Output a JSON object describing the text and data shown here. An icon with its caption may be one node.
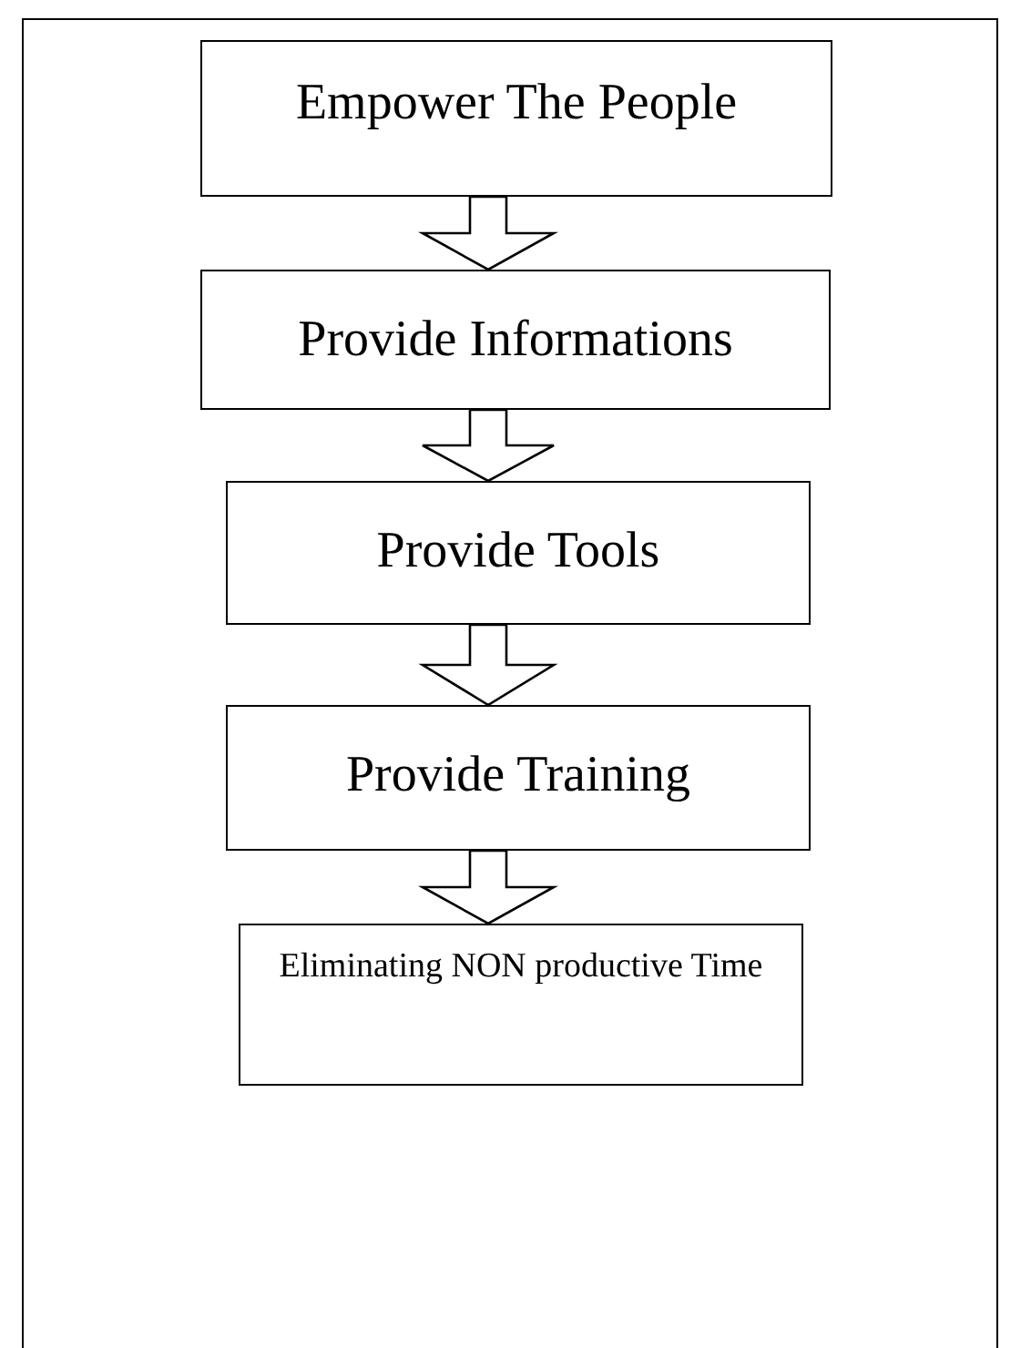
{
  "diagram": {
    "nodes": [
      {
        "text": [
          "Empower The People"
        ]
      },
      {
        "text": [
          "Provide Informations"
        ]
      },
      {
        "text": [
          "Provide Tools"
        ]
      },
      {
        "text": [
          "Provide Training"
        ]
      },
      {
        "text": [
          "Eliminating NON productive Time"
        ]
      }
    ],
    "edges": [
      {
        "from": 0,
        "to": 1,
        "arrow": "to"
      },
      {
        "from": 1,
        "to": 2,
        "arrow": "to"
      },
      {
        "from": 2,
        "to": 3,
        "arrow": "to"
      },
      {
        "from": 3,
        "to": 4,
        "arrow": "to"
      }
    ]
  }
}
